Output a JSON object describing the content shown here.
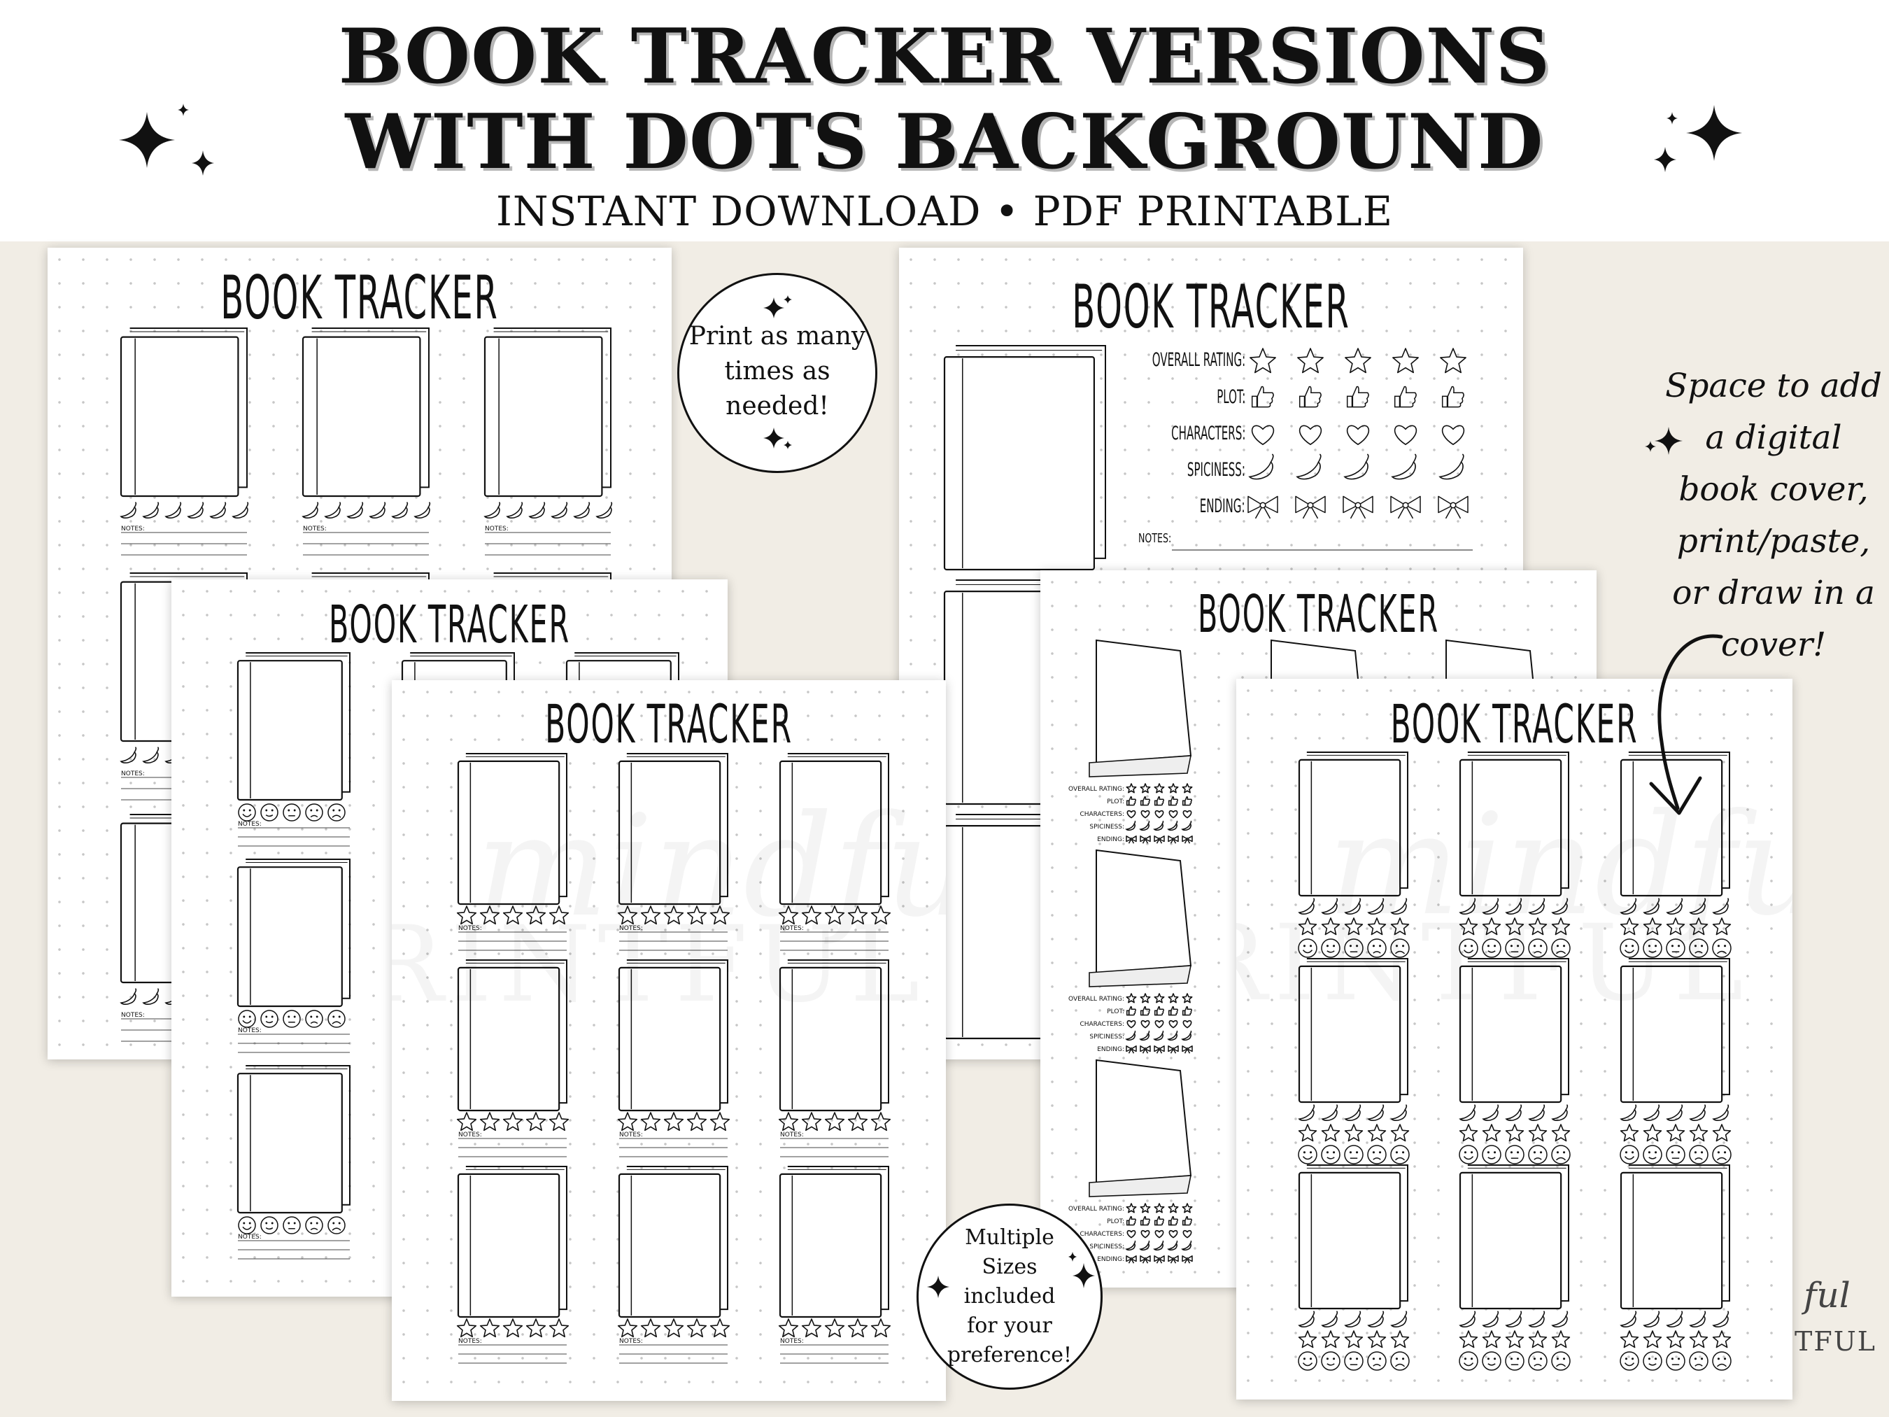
{
  "header": {
    "title_line1": "BOOK TRACKER VERSIONS",
    "title_line2": "WITH DOTS BACKGROUND",
    "subtitle": "INSTANT DOWNLOAD • PDF PRINTABLE"
  },
  "sheets": {
    "title": "BOOK TRACKER",
    "notes_label": "NOTES:"
  },
  "rating_labels": {
    "overall": "OVERALL RATING:",
    "plot": "PLOT:",
    "characters": "CHARACTERS:",
    "spiciness": "SPICINESS:",
    "ending": "ENDING:"
  },
  "badges": {
    "print_line1": "Print as many",
    "print_line2": "times as",
    "print_line3": "needed!",
    "sizes_line1": "Multiple",
    "sizes_line2": "Sizes",
    "sizes_line3": "included",
    "sizes_line4": "for your",
    "sizes_line5": "preference!"
  },
  "annotation": {
    "line1": "Space to add",
    "line2": "a digital",
    "line3": "book cover,",
    "line4": "print/paste,",
    "line5": "or draw in a",
    "line6": "cover!"
  },
  "watermark": {
    "script": "mindful",
    "block": "PRINTFUL",
    "corner_script": "ful",
    "corner_block": "TFUL"
  },
  "icons": [
    "sparkle-icon",
    "book-icon",
    "star-icon",
    "thumbs-up-icon",
    "heart-icon",
    "chili-pepper-icon",
    "bow-icon",
    "emoji-face-icon",
    "arrow-icon"
  ]
}
